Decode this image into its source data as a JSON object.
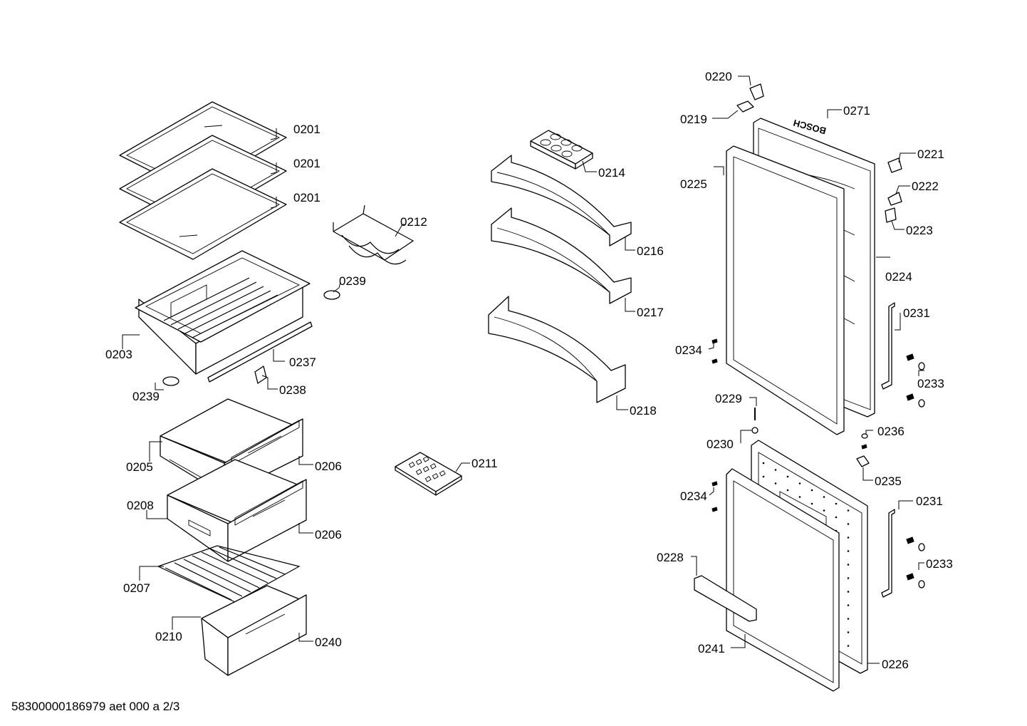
{
  "labels": {
    "l0201a": "0201",
    "l0201b": "0201",
    "l0201c": "0201",
    "l0203": "0203",
    "l0205": "0205",
    "l0206a": "0206",
    "l0206b": "0206",
    "l0207": "0207",
    "l0208": "0208",
    "l0210": "0210",
    "l0211": "0211",
    "l0212": "0212",
    "l0214": "0214",
    "l0216": "0216",
    "l0217": "0217",
    "l0218": "0218",
    "l0219": "0219",
    "l0220": "0220",
    "l0221": "0221",
    "l0222": "0222",
    "l0223": "0223",
    "l0224": "0224",
    "l0225": "0225",
    "l0226": "0226",
    "l0228": "0228",
    "l0229": "0229",
    "l0230": "0230",
    "l0231a": "0231",
    "l0231b": "0231",
    "l0233a": "0233",
    "l0233b": "0233",
    "l0234a": "0234",
    "l0234b": "0234",
    "l0235": "0235",
    "l0236": "0236",
    "l0237": "0237",
    "l0238": "0238",
    "l0239a": "0239",
    "l0239b": "0239",
    "l0240": "0240",
    "l0241": "0241",
    "l0271": "0271"
  },
  "brand_logo": "BOSCH",
  "footer": "58300000186979 aet 000 a 2/3"
}
